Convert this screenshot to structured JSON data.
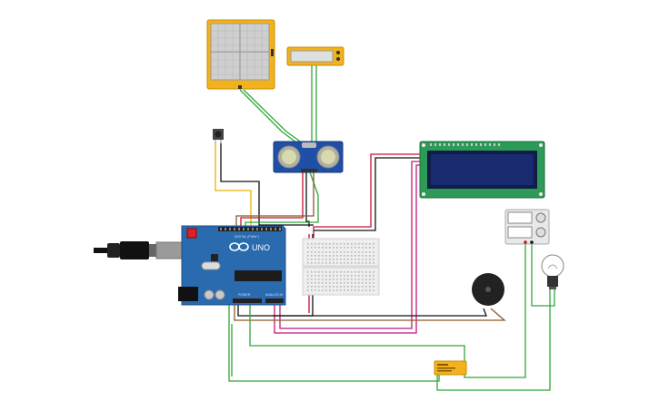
{
  "app": {
    "type": "circuit-editor-canvas"
  },
  "board": {
    "brand": "UNO",
    "small_label": "DIGITAL (PWM~)",
    "analog_label": "ANALOG IN",
    "power_label": "POWER",
    "colors": {
      "board": "#2a6bb0",
      "header": "#222222"
    }
  },
  "lcd": {
    "colors": {
      "pcb": "#2e9a57",
      "screen": "#1a2a6e"
    }
  },
  "ultrasonic": {
    "colors": {
      "pcb": "#1f4fa6",
      "eye": "#d9d9b0"
    }
  },
  "breadboard": {
    "colors": {
      "body": "#eeeeee",
      "hole": "#b5b5b5"
    }
  },
  "oscilloscope": {
    "colors": {
      "frame": "#f2b21e",
      "screen": "#cfcfcf"
    }
  },
  "multimeter": {
    "colors": {
      "frame": "#f2b21e",
      "screen": "#dde0e0"
    }
  },
  "relay": {
    "colors": {
      "body": "#f2b21e"
    }
  },
  "wire_colors": {
    "green": "#2fa83a",
    "red": "#c8102e",
    "black": "#111111",
    "brown": "#8b5a2b",
    "magenta": "#c2187a",
    "yellow": "#e8b400"
  }
}
